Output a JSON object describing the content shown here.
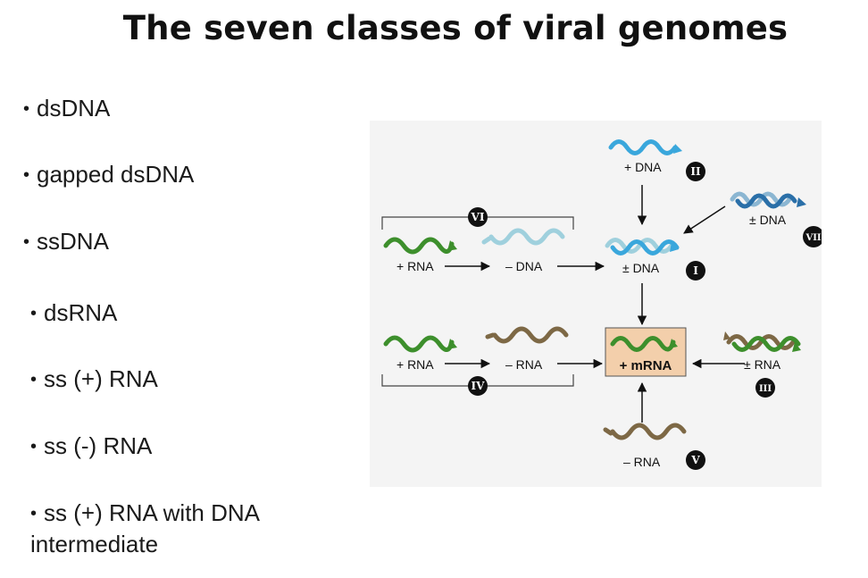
{
  "title": "The seven classes of viral genomes",
  "bullets": [
    {
      "text": "dsDNA"
    },
    {
      "text": "gapped dsDNA"
    },
    {
      "text": "ssDNA"
    },
    {
      "text": "dsRNA"
    },
    {
      "text": "ss (+) RNA"
    },
    {
      "text": "ss (-) RNA"
    },
    {
      "text": "ss (+) RNA with DNA",
      "continuation": "intermediate"
    }
  ],
  "diagram": {
    "center_label": "+ mRNA",
    "labels": {
      "plus_dna": "+ DNA",
      "pm_dna_center": "± DNA",
      "pm_dna_vii": "± DNA",
      "plus_rna_vi": "+ RNA",
      "minus_dna_vi": "– DNA",
      "plus_rna_iv": "+ RNA",
      "minus_rna_iv": "– RNA",
      "pm_rna_iii": "± RNA",
      "minus_rna_v": "– RNA"
    },
    "classes": {
      "I": "I",
      "II": "II",
      "III": "III",
      "IV": "IV",
      "V": "V",
      "VI": "VI",
      "VII": "VII"
    },
    "colors": {
      "dna_blue": "#3aa7dc",
      "dna_light": "#9fd0dd",
      "dna_dark_blue": "#2a6fa8",
      "rna_green": "#3d8f2c",
      "rna_brown": "#7d6845",
      "mrna_box": "#f3cfab"
    }
  }
}
